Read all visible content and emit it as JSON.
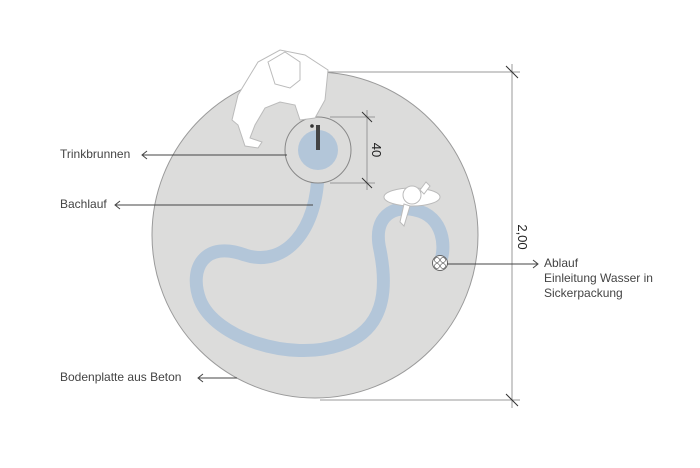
{
  "labels": {
    "fountain": "Trinkbrunnen",
    "stream": "Bachlauf",
    "base": "Bodenplatte aus Beton",
    "drain_title": "Ablauf",
    "drain_line1": "Einleitung Wasser in",
    "drain_line2": "Sickerpackung"
  },
  "dimensions": {
    "basin": "40",
    "overall": "2,00"
  },
  "colors": {
    "concrete": "#dcdcdb",
    "water": "#b3c6d9",
    "line": "#444444"
  }
}
